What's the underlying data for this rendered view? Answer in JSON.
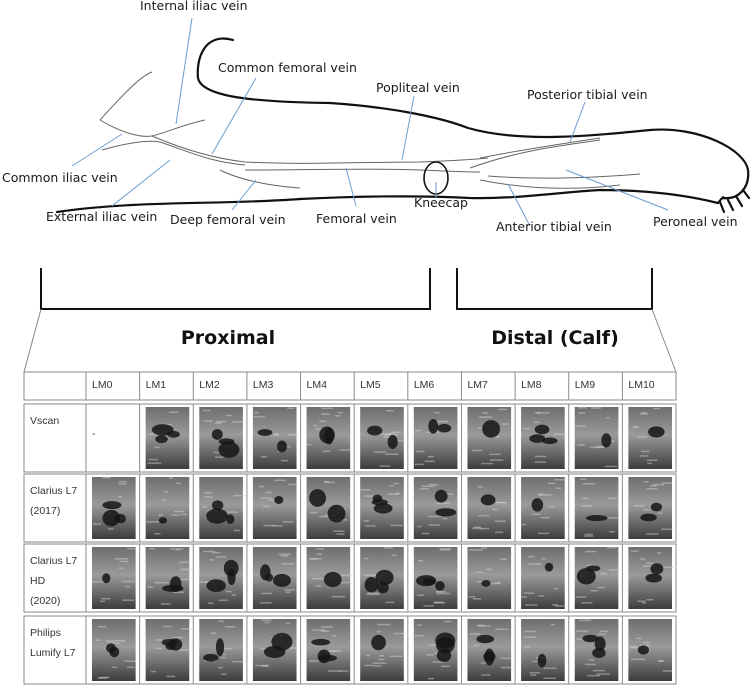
{
  "labels": {
    "internal_iliac": "Internal iliac vein",
    "common_femoral": "Common femoral vein",
    "popliteal": "Popliteal vein",
    "posterior_tibial": "Posterior tibial vein",
    "common_iliac": "Common iliac vein",
    "external_iliac": "External iliac vein",
    "deep_femoral": "Deep femoral vein",
    "femoral": "Femoral vein",
    "kneecap": "Kneecap",
    "peroneal": "Peroneal vein",
    "anterior_tibial": "Anterior tibial vein"
  },
  "sections": {
    "proximal": "Proximal",
    "distal": "Distal (Calf)"
  },
  "table": {
    "columns": [
      "LM0",
      "LM1",
      "LM2",
      "LM3",
      "LM4",
      "LM5",
      "LM6",
      "LM7",
      "LM8",
      "LM9",
      "LM10"
    ],
    "rows": [
      {
        "label_lines": [
          "Vscan"
        ],
        "cells": [
          "-",
          "",
          "",
          "",
          "",
          "",
          "",
          "",
          "",
          "",
          ""
        ]
      },
      {
        "label_lines": [
          "Clarius L7",
          "(2017)"
        ],
        "cells": [
          "",
          "",
          "",
          "",
          "",
          "",
          "",
          "",
          "",
          "",
          ""
        ]
      },
      {
        "label_lines": [
          "Clarius L7",
          "HD",
          "(2020)"
        ],
        "cells": [
          "",
          "",
          "",
          "",
          "",
          "",
          "",
          "",
          "",
          "",
          ""
        ]
      },
      {
        "label_lines": [
          "Philips",
          "Lumify L7"
        ],
        "cells": [
          "",
          "",
          "",
          "",
          "",
          "",
          "",
          "",
          "",
          "",
          ""
        ]
      }
    ]
  }
}
